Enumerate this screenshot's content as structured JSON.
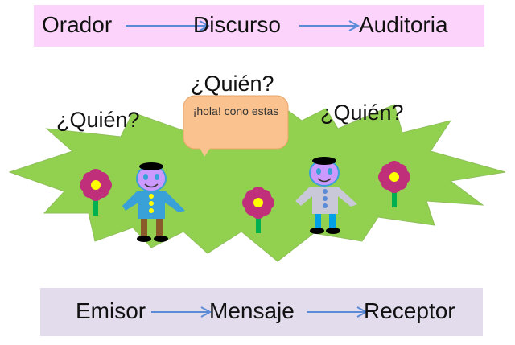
{
  "top_bar": {
    "items": [
      "Orador",
      "Discurso",
      "Auditoria"
    ],
    "background": "#fbd3fb"
  },
  "bottom_bar": {
    "items": [
      "Emisor",
      "Mensaje",
      "Receptor"
    ],
    "background": "#e2dced"
  },
  "scene": {
    "questions": [
      "¿Quién?",
      "¿Quién?",
      "¿Quién?"
    ],
    "speech_bubble": "¡hola!  cono estas",
    "colors": {
      "grass": "#92d050",
      "bubble": "#f9c28f",
      "flower_petals": "#c0307a",
      "flower_center": "#ffff00",
      "stem": "#00b050",
      "face": "#cc99ff",
      "arrow": "#5b8bd6"
    }
  }
}
